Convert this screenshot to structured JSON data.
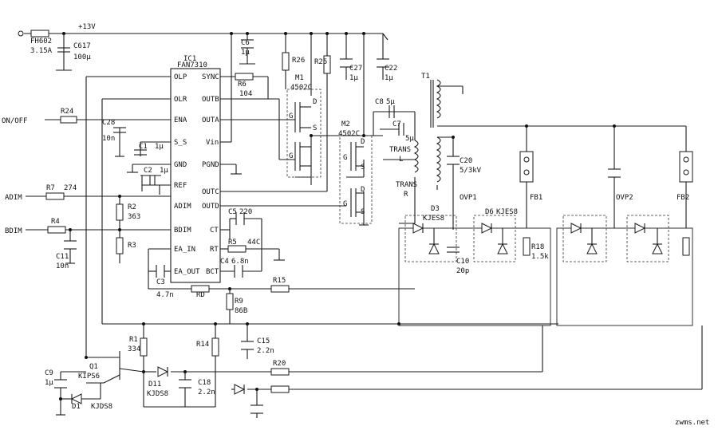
{
  "ic": {
    "ref": "IC1",
    "part": "FAN7310",
    "left_pins": [
      "OLP",
      "OLR",
      "ENA",
      "S_S",
      "GND",
      "REF",
      "ADIM",
      "BDIM",
      "EA_IN",
      "EA_OUT"
    ],
    "right_pins": [
      "SYNC",
      "OUTB",
      "OUTA",
      "Vin",
      "PGND",
      "OUTC",
      "OUTD",
      "CT",
      "RT",
      "BCT"
    ]
  },
  "supply": {
    "rail": "+13V",
    "fuse_ref": "FH602",
    "fuse_val": "3.15A",
    "cap_ref": "C617",
    "cap_val": "100μ"
  },
  "inputs": {
    "on_off": "ON/OFF",
    "adim": "ADIM",
    "bdim": "BDIM"
  },
  "components": [
    {
      "ref": "R24",
      "val": ""
    },
    {
      "ref": "C28",
      "val": "10n"
    },
    {
      "ref": "C1",
      "val": "1μ"
    },
    {
      "ref": "C2",
      "val": "1μ"
    },
    {
      "ref": "R7",
      "val": "274"
    },
    {
      "ref": "R2",
      "val": "363"
    },
    {
      "ref": "R4",
      "val": ""
    },
    {
      "ref": "C11",
      "val": "10n"
    },
    {
      "ref": "R3",
      "val": ""
    },
    {
      "ref": "C6",
      "val": "1μ"
    },
    {
      "ref": "R26",
      "val": ""
    },
    {
      "ref": "R25",
      "val": ""
    },
    {
      "ref": "C27",
      "val": "1μ"
    },
    {
      "ref": "C22",
      "val": "1μ"
    },
    {
      "ref": "R6",
      "val": "104"
    },
    {
      "ref": "M1",
      "val": "4502C"
    },
    {
      "ref": "M2",
      "val": "4502C"
    },
    {
      "ref": "C8",
      "val": "5μ"
    },
    {
      "ref": "C7",
      "val": "5μ"
    },
    {
      "ref": "C5",
      "val": "220"
    },
    {
      "ref": "R5",
      "val": "44C"
    },
    {
      "ref": "C4",
      "val": "6.8n"
    },
    {
      "ref": "C3",
      "val": "4.7n"
    },
    {
      "ref": "RD",
      "val": ""
    },
    {
      "ref": "R15",
      "val": ""
    },
    {
      "ref": "R9",
      "val": "86B"
    },
    {
      "ref": "R1",
      "val": "334"
    },
    {
      "ref": "R14",
      "val": ""
    },
    {
      "ref": "C15",
      "val": "2.2n"
    },
    {
      "ref": "C18",
      "val": "2.2n"
    },
    {
      "ref": "R20",
      "val": ""
    },
    {
      "ref": "C9",
      "val": "1μ"
    },
    {
      "ref": "Q1",
      "val": "KIPS6"
    },
    {
      "ref": "D1",
      "val": "KJDS8"
    },
    {
      "ref": "D11",
      "val": "KJDS8"
    },
    {
      "ref": "T1",
      "val": ""
    },
    {
      "ref": "C20",
      "val": "5/3kV"
    },
    {
      "ref": "C10",
      "val": "20p"
    },
    {
      "ref": "R18",
      "val": "1.5k"
    },
    {
      "ref": "D3",
      "val": "KJES8"
    },
    {
      "ref": "D6",
      "val": "KJES8"
    }
  ],
  "transformer_labels": {
    "l": "TRANS\nL",
    "r": "TRANS\nR"
  },
  "net_labels": [
    "OVP1",
    "OVP2",
    "FB1",
    "FB2"
  ],
  "watermark": "zwms.net"
}
